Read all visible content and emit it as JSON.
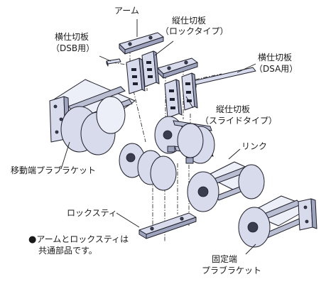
{
  "labels": {
    "arm": "アーム",
    "vertical_lock_l1": "縦仕切板",
    "vertical_lock_l2": "（ロックタイプ）",
    "horizontal_dsb_l1": "横仕切板",
    "horizontal_dsb_l2": "（DSB用）",
    "horizontal_dsa_l1": "横仕切板",
    "horizontal_dsa_l2": "（DSA用）",
    "vertical_slide_l1": "縦仕切板",
    "vertical_slide_l2": "（スライドタイプ）",
    "link": "リンク",
    "moving_bracket": "移動端プラブラケット",
    "lock_stay": "ロックスティ",
    "fixed_bracket_l1": "固定端",
    "fixed_bracket_l2": "プラブラケット"
  },
  "note": {
    "bullet": "●",
    "line1": "アームとロックスティは",
    "line2": "共通部品です。"
  },
  "colors": {
    "part_fill": "#d7dbec",
    "part_shade": "#9ea4bd",
    "outline": "#1f1f2b"
  }
}
